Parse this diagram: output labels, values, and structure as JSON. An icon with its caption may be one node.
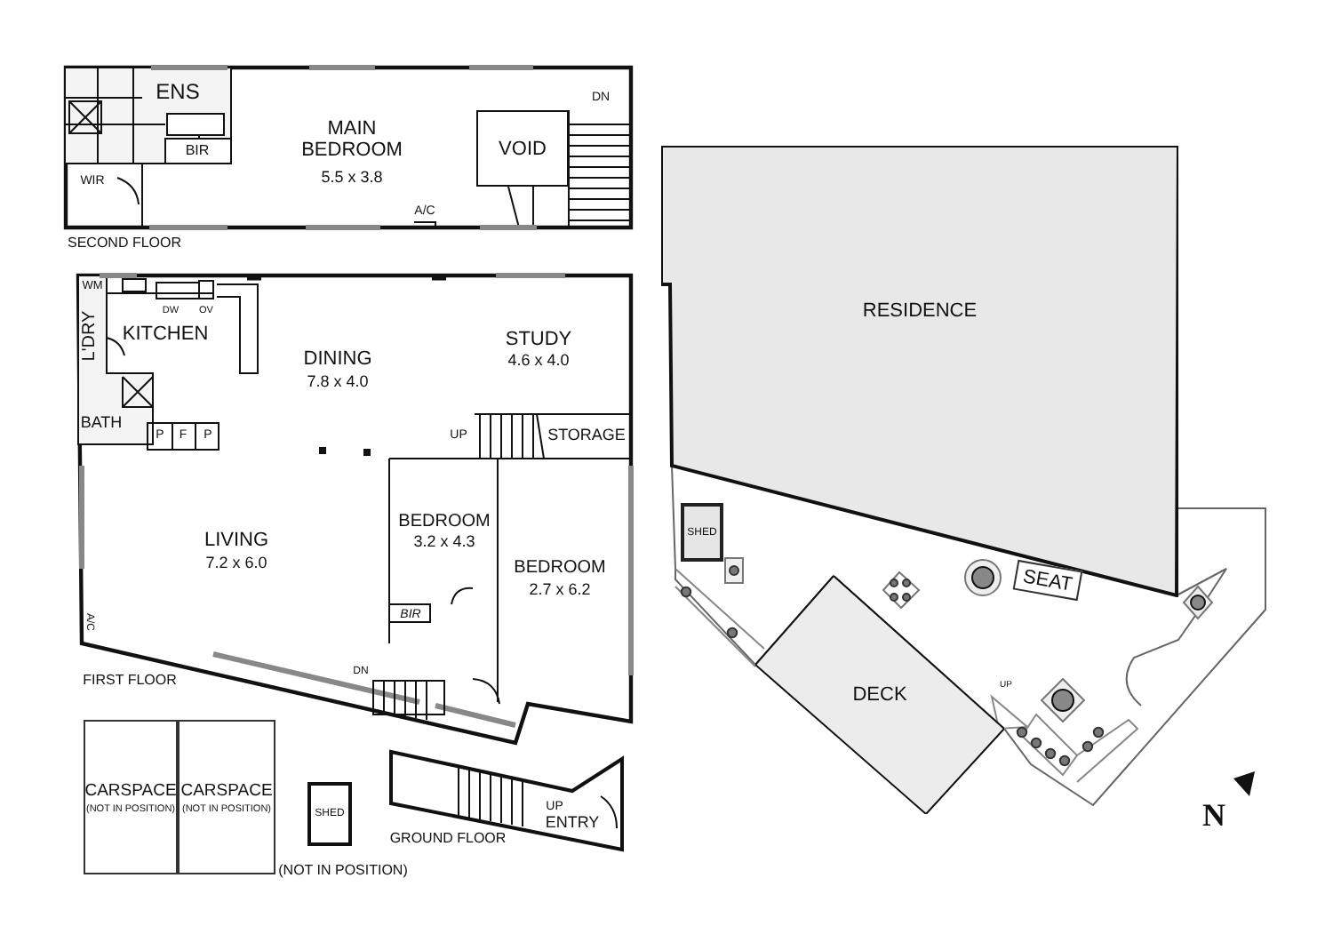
{
  "diagram": {
    "nodes": [
      {
        "text": [
          "VOID"
        ]
      },
      {
        "text": [
          "CARSPACE",
          "(NOT IN POSITION)"
        ]
      },
      {
        "text": [
          "CARSPACE",
          "(NOT IN POSITION)"
        ]
      },
      {
        "text": [
          "SHED"
        ]
      },
      {
        "text": [
          "RESIDENCE"
        ]
      },
      {
        "text": [
          "SHED"
        ]
      },
      {
        "text": [
          "SEAT"
        ]
      },
      {
        "text": [
          "DECK"
        ]
      }
    ],
    "labels": [
      "ENS",
      "DN",
      "MAIN BEDROOM",
      "5.5 x 3.8",
      "BIR",
      "WIR",
      "A/C",
      "SECOND FLOOR",
      "WM",
      "DW",
      "OV",
      "KITCHEN",
      "L'DRY",
      "DINING",
      "7.8 x 4.0",
      "STUDY",
      "4.6 x 4.0",
      "BATH",
      "P",
      "F",
      "P",
      "UP",
      "STORAGE",
      "LIVING",
      "7.2 x 6.0",
      "BEDROOM",
      "3.2 x 4.3",
      "BEDROOM",
      "2.7 x 6.2",
      "A/C",
      "BIR",
      "DN",
      "FIRST FLOOR",
      "GROUND FLOOR",
      "UP",
      "ENTRY",
      "(NOT IN POSITION)",
      "UP",
      "N"
    ]
  }
}
